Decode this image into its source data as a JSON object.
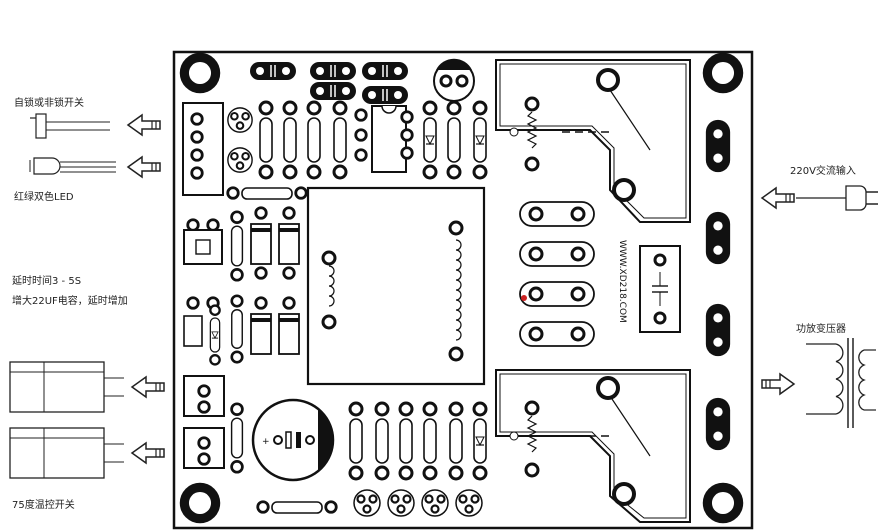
{
  "labels": {
    "self_lock_switch": "自锁或非锁开关",
    "bicolor_led": "红绿双色LED",
    "delay_time": "延时时间3 - 5S",
    "delay_increase": "增大22UF电容，延时增加",
    "thermal_switch": "75度温控开关",
    "ac_input": "220V交流输入",
    "power_transformer": "功放变压器",
    "website": "WWW.XD218.COM"
  },
  "colors": {
    "ink": "#1a1a1a",
    "board": "#ffffff",
    "marker": "#cc2222"
  },
  "icons": [
    "arrow-icon",
    "switch-icon",
    "led-icon",
    "thermal-switch-icon",
    "plug-icon",
    "transformer-icon"
  ]
}
